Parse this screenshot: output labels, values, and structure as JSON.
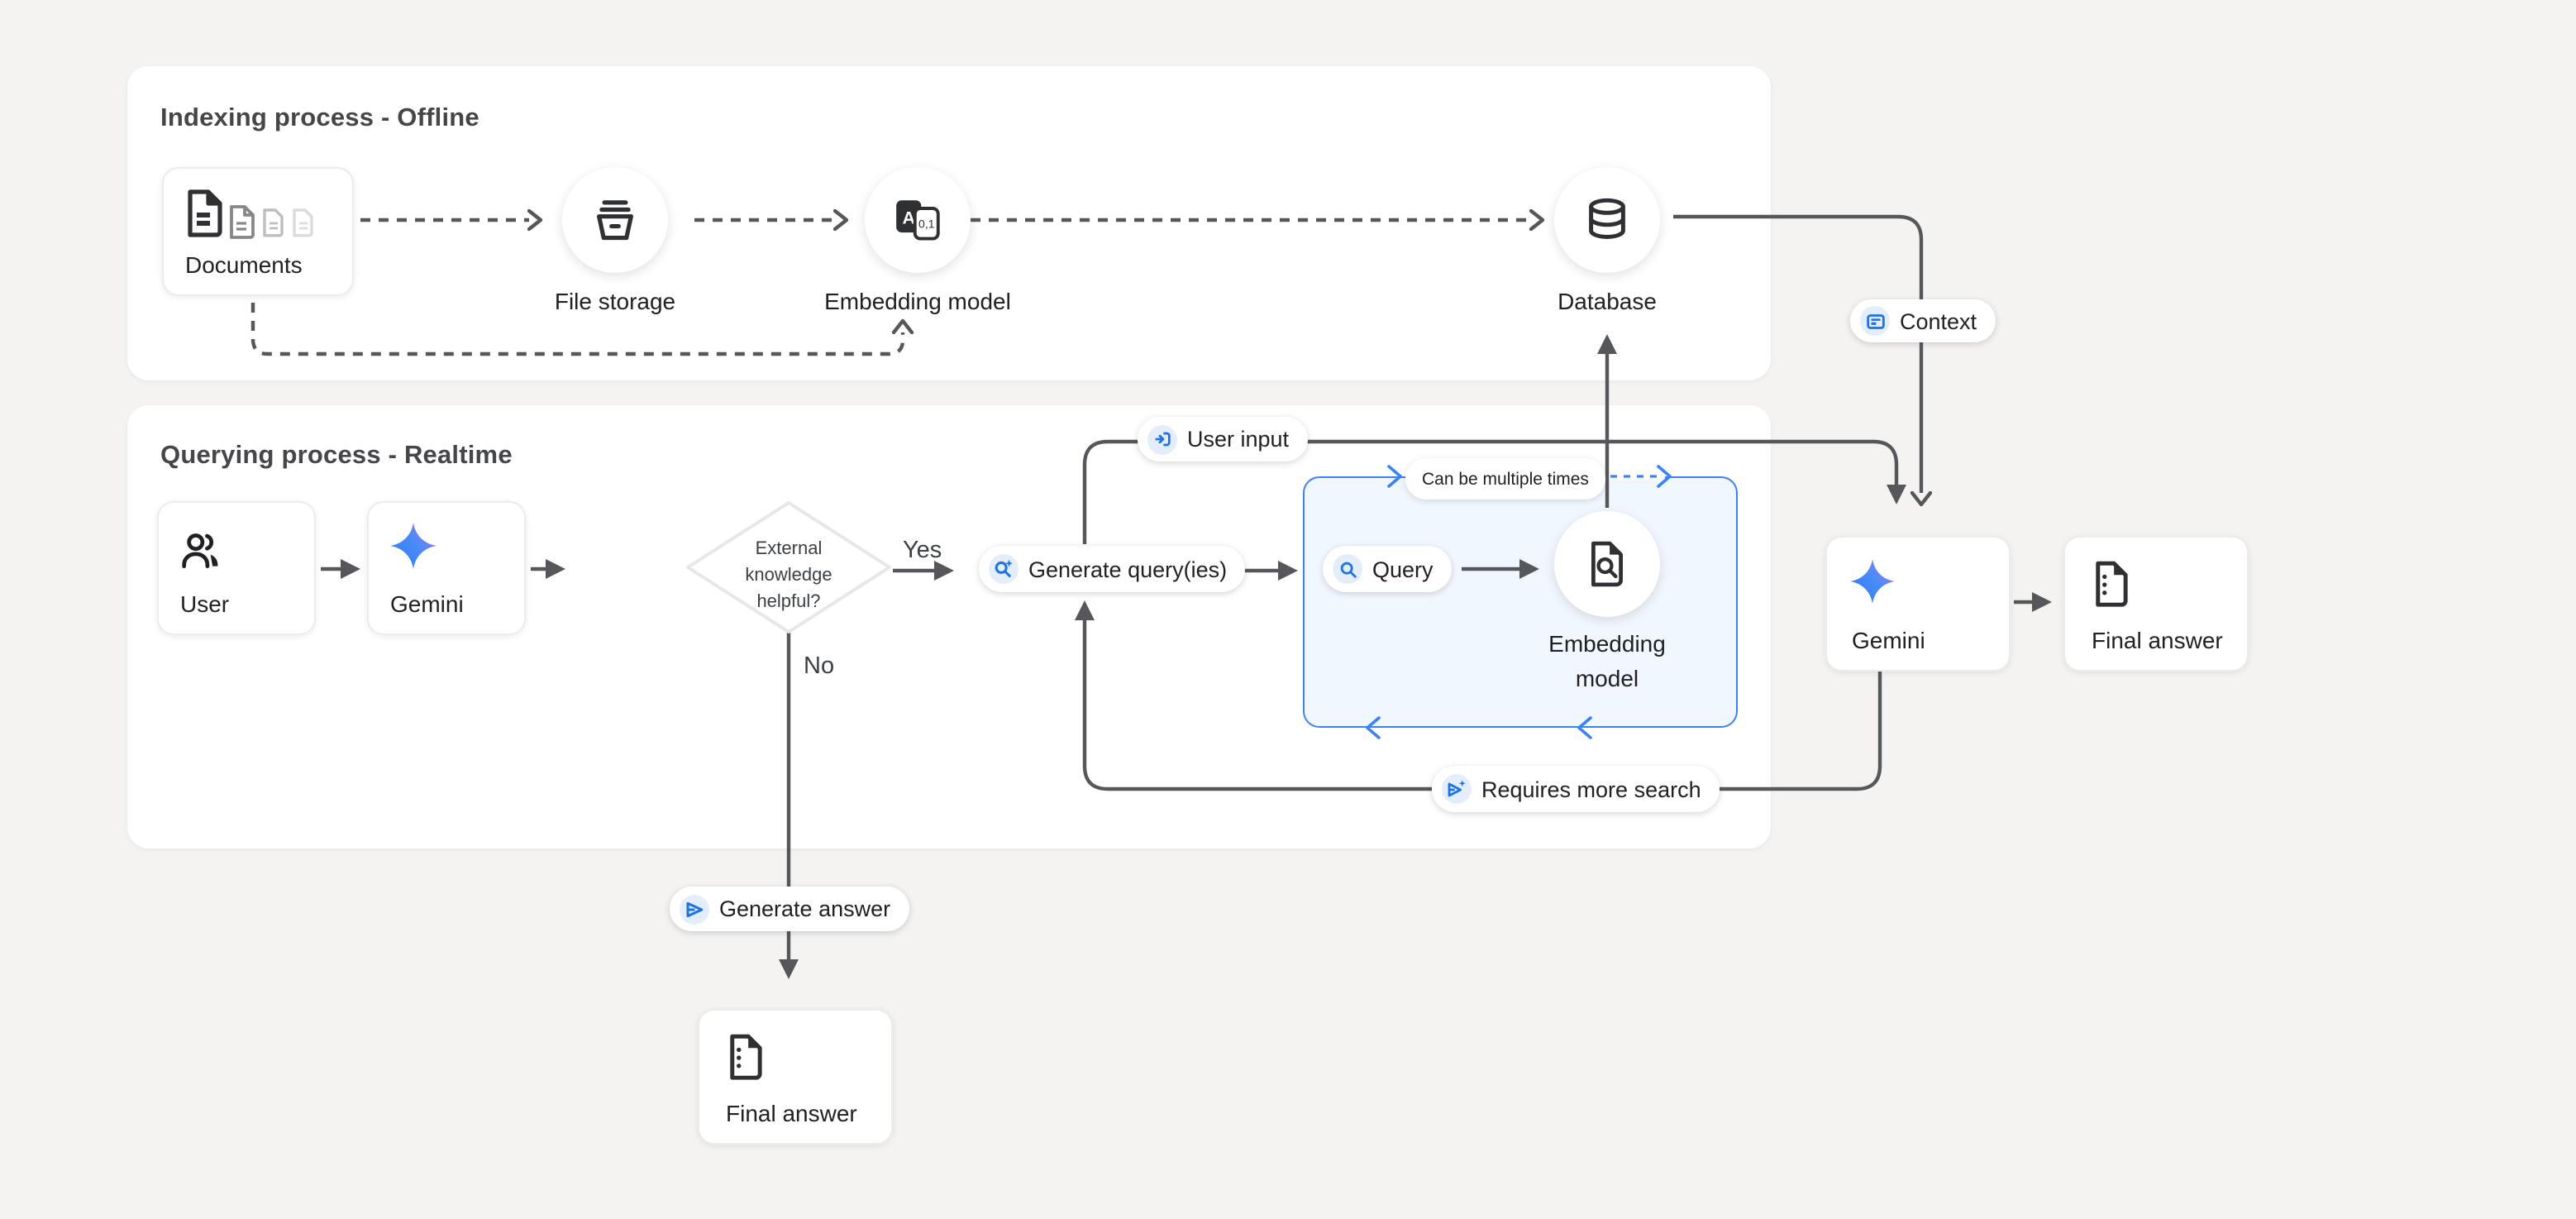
{
  "panels": {
    "indexing": {
      "title": "Indexing process - Offline"
    },
    "querying": {
      "title": "Querying process - Realtime"
    }
  },
  "indexing": {
    "documents": "Documents",
    "file_storage": "File storage",
    "embedding_model": "Embedding model",
    "embedding_icon_a": "A",
    "embedding_icon_digits": "0,1",
    "database": "Database",
    "context_badge": "Context"
  },
  "querying": {
    "user": "User",
    "gemini": "Gemini",
    "decision": {
      "line1": "External",
      "line2": "knowledge",
      "line3": "helpful?"
    },
    "yes": "Yes",
    "no": "No",
    "user_input_badge": "User input",
    "generate_queries": "Generate query(ies)",
    "loop": {
      "caption": "Can be multiple times",
      "query": "Query",
      "embedding_line1": "Embedding",
      "embedding_line2": "model"
    },
    "requires_more_search": "Requires more search",
    "generate_answer": "Generate answer",
    "gemini_right": "Gemini",
    "final_answer_right": "Final answer",
    "final_answer_bottom": "Final answer"
  },
  "icons": [
    "documents-stack-icon",
    "storage-bucket-icon",
    "embedding-translate-icon",
    "database-icon",
    "context-icon",
    "user-duo-icon",
    "gemini-star-icon",
    "ai-search-icon",
    "search-icon",
    "doc-search-icon",
    "input-icon",
    "send-icon",
    "send-sparkle-icon",
    "document-icon"
  ],
  "colors": {
    "background": "#f4f3f1",
    "panel": "#ffffff",
    "line_gray": "#55575a",
    "accent_blue": "#1a73e8",
    "loop_border": "#3b82f6",
    "loop_fill": "#f1f7fe",
    "chip_bg": "#e4edfc",
    "text_primary": "#202124",
    "text_title": "#45464a"
  }
}
